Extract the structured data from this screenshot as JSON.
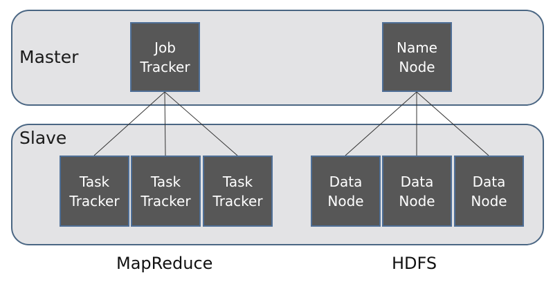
{
  "tiers": {
    "master_label": "Master",
    "slave_label": "Slave"
  },
  "master_nodes": {
    "job_tracker": [
      "Job",
      "Tracker"
    ],
    "name_node": [
      "Name",
      "Node"
    ]
  },
  "slave_nodes": {
    "task_trackers": [
      [
        "Task",
        "Tracker"
      ],
      [
        "Task",
        "Tracker"
      ],
      [
        "Task",
        "Tracker"
      ]
    ],
    "data_nodes": [
      [
        "Data",
        "Node"
      ],
      [
        "Data",
        "Node"
      ],
      [
        "Data",
        "Node"
      ]
    ]
  },
  "captions": {
    "left": "MapReduce",
    "right": "HDFS"
  },
  "colors": {
    "panel_fill": "#e3e3e5",
    "panel_border": "#4a6683",
    "node_fill": "#575757",
    "node_border": "#4f6f97",
    "node_text": "#ffffff",
    "connector": "#333333"
  }
}
